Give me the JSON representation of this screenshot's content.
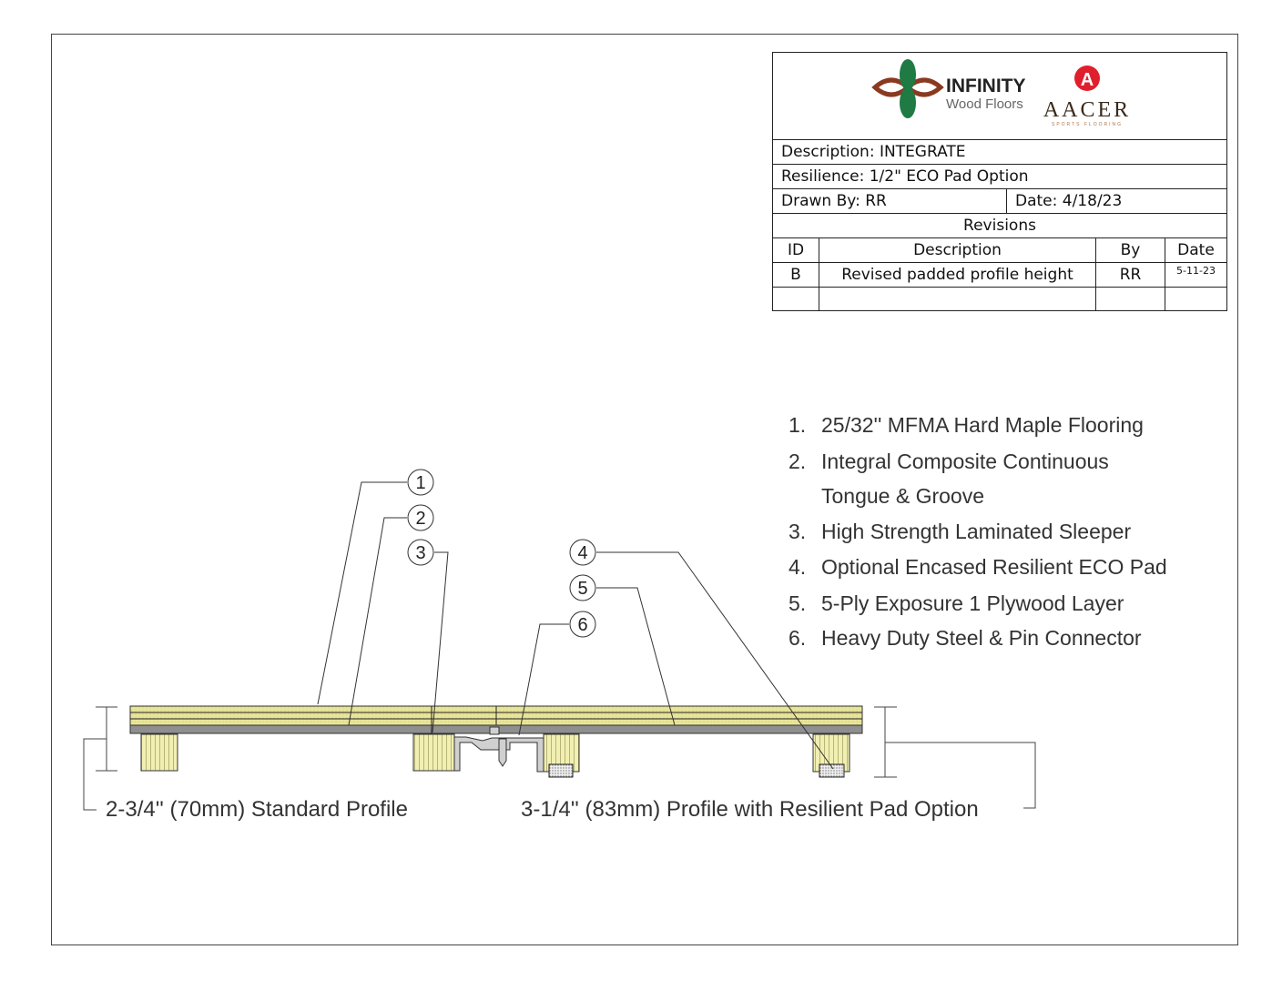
{
  "title_block": {
    "logo_infinity_line1": "INFINITY",
    "logo_infinity_line2": "Wood Floors",
    "logo_aacer": "AACER",
    "logo_aacer_sub": "SPORTS FLOORING",
    "description": "Description: INTEGRATE",
    "resilience": "Resilience: 1/2\" ECO Pad Option",
    "drawn_by": "Drawn By: RR",
    "date": "Date: 4/18/23",
    "revisions_title": "Revisions",
    "revisions_headers": [
      "ID",
      "Description",
      "By",
      "Date"
    ],
    "revisions_rows": [
      [
        "B",
        "Revised padded profile height",
        "RR",
        "5-11-23"
      ],
      [
        "",
        "",
        "",
        ""
      ]
    ]
  },
  "legend": [
    {
      "num": "1.",
      "text": "25/32'' MFMA Hard Maple Flooring"
    },
    {
      "num": "2.",
      "text": "Integral Composite Continuous"
    },
    {
      "num": "",
      "text": "Tongue & Groove"
    },
    {
      "num": "3.",
      "text": "High Strength Laminated Sleeper"
    },
    {
      "num": "4.",
      "text": "Optional Encased Resilient ECO Pad"
    },
    {
      "num": "5.",
      "text": "5-Ply Exposure 1 Plywood Layer"
    },
    {
      "num": "6.",
      "text": "Heavy Duty Steel & Pin Connector"
    }
  ],
  "callouts": [
    "1",
    "2",
    "3",
    "4",
    "5",
    "6"
  ],
  "dimensions": {
    "standard": "2-3/4'' (70mm) Standard Profile",
    "resilient": "3-1/4'' (83mm) Profile with Resilient Pad Option"
  },
  "colors": {
    "wood": "#e8e59a",
    "plywood": "#8f8f8f",
    "steel": "#d0d0d0",
    "leaf": "#1f7a44",
    "infinity": "#8a3a1f",
    "aacer_red": "#e01f2d"
  }
}
